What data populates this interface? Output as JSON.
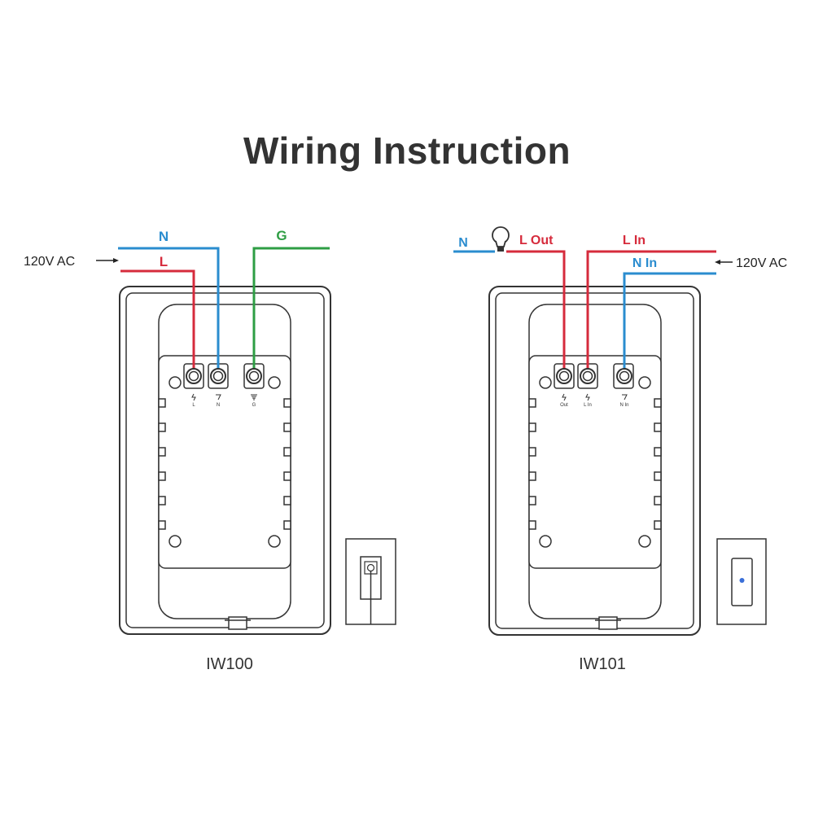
{
  "title": "Wiring Instruction",
  "colors": {
    "live": "#d62b3c",
    "neutral": "#2a8ccf",
    "ground": "#2e9e44",
    "outline": "#333333"
  },
  "left_diagram": {
    "model": "IW100",
    "source_label": "120V AC",
    "wires": {
      "neutral": "N",
      "live": "L",
      "ground": "G"
    },
    "terminals": [
      "L",
      "N",
      "G"
    ]
  },
  "right_diagram": {
    "model": "IW101",
    "source_label": "120V AC",
    "wires": {
      "neutral": "N",
      "live_out": "L Out",
      "live_in": "L In",
      "neutral_in": "N In"
    },
    "terminals": [
      "Out",
      "L In",
      "N In"
    ],
    "load_icon": "light-bulb-icon"
  },
  "indicator_color": "#3a6fd8"
}
